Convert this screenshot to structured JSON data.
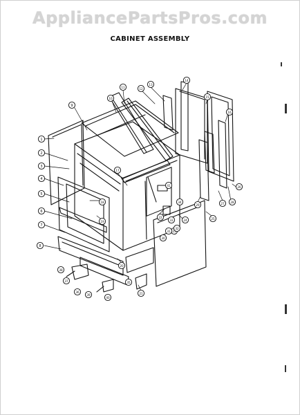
{
  "watermark": "AppliancePartsPros.com",
  "title": "CABINET ASSEMBLY",
  "colors": {
    "line": "#111111",
    "watermark": "#d4d4d4",
    "background": "#ffffff"
  },
  "callouts": [
    {
      "label": "1"
    },
    {
      "label": "2"
    },
    {
      "label": "3"
    },
    {
      "label": "4"
    },
    {
      "label": "5"
    },
    {
      "label": "6"
    },
    {
      "label": "7"
    },
    {
      "label": "8"
    },
    {
      "label": "9"
    },
    {
      "label": "10"
    },
    {
      "label": "11"
    },
    {
      "label": "12"
    },
    {
      "label": "13"
    },
    {
      "label": "14"
    },
    {
      "label": "15"
    },
    {
      "label": "16"
    },
    {
      "label": "17"
    },
    {
      "label": "18"
    },
    {
      "label": "19"
    },
    {
      "label": "20"
    },
    {
      "label": "21"
    },
    {
      "label": "22"
    },
    {
      "label": "23"
    },
    {
      "label": "24"
    },
    {
      "label": "25"
    },
    {
      "label": "26"
    },
    {
      "label": "27"
    },
    {
      "label": "28"
    },
    {
      "label": "29"
    },
    {
      "label": "30"
    },
    {
      "label": "31"
    },
    {
      "label": "32"
    },
    {
      "label": "33"
    },
    {
      "label": "34"
    },
    {
      "label": "35"
    },
    {
      "label": "36"
    },
    {
      "label": "37"
    },
    {
      "label": "38"
    },
    {
      "label": "39"
    },
    {
      "label": "40"
    },
    {
      "label": "41"
    }
  ]
}
